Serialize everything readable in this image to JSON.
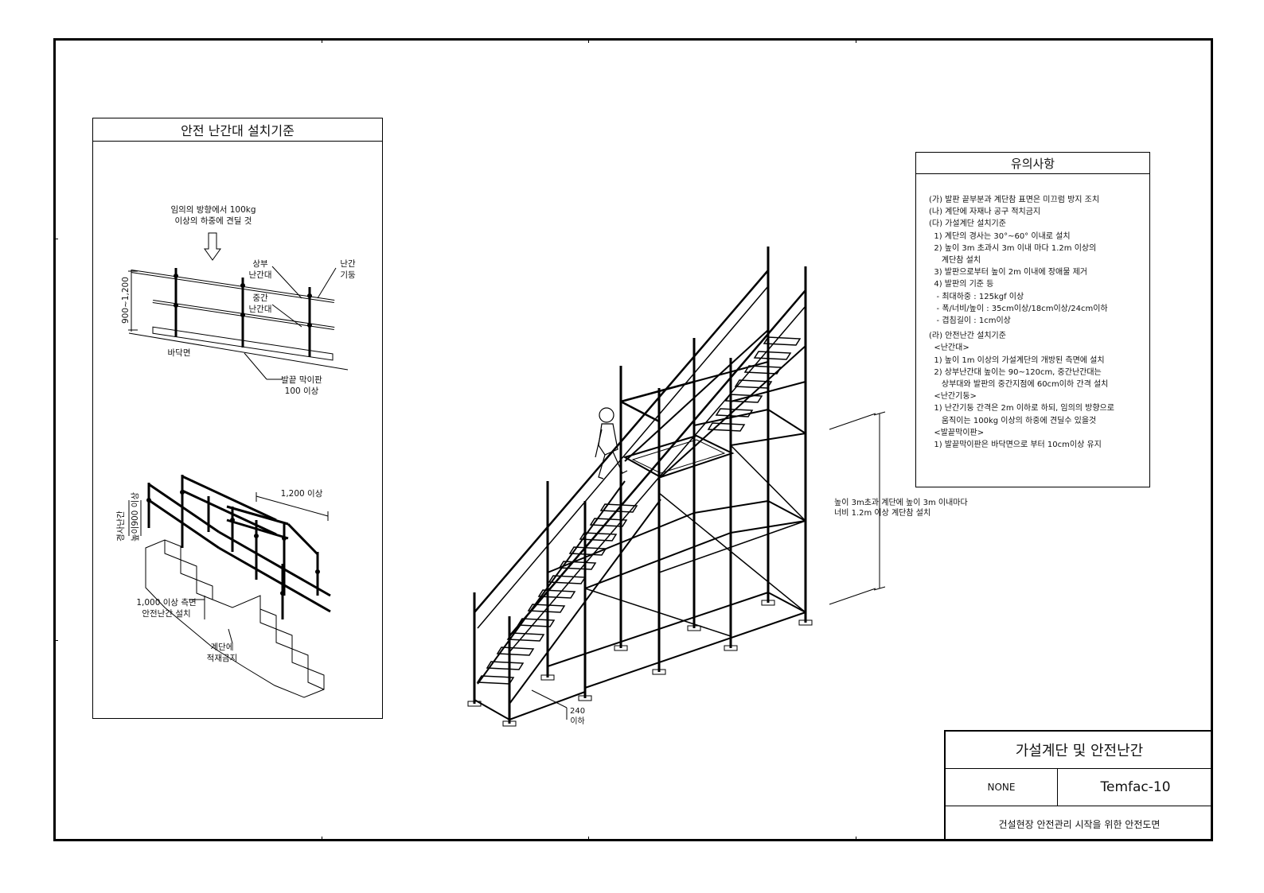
{
  "left_panel": {
    "title": "안전 난간대 설치기준",
    "top_fig": {
      "load_note_1": "임의의 방향에서 100kg",
      "load_note_2": "이상의 하중에 견딜 것",
      "top_rail_1": "상부",
      "top_rail_2": "난간대",
      "post_1": "난간",
      "post_2": "기둥",
      "mid_rail_1": "중간",
      "mid_rail_2": "난간대",
      "height_dim": "900~1,200",
      "floor": "바닥면",
      "toe_board_1": "발끝 막이판",
      "toe_board_2": "100 이상"
    },
    "bottom_fig": {
      "width_dim": "1,200 이상",
      "slope_rail": "경사난간",
      "height_dim": "높이900 이상",
      "side_rail_1": "1,000 이상 측면",
      "side_rail_2": "안전난간 설치",
      "no_stack_1": "계단에",
      "no_stack_2": "적재금지"
    }
  },
  "notes": {
    "title": "유의사항",
    "lines": [
      "(가) 발판 끝부분과 계단참 표면은 미끄럼 방지 조치",
      "(나) 계단에 자재나 공구 적치금지",
      "(다) 가설계단 설치기준",
      "  1) 계단의 경사는 30°~60° 이내로 설치",
      "  2) 높이 3m 초과시 3m 이내 마다 1.2m 이상의",
      "     계단참 설치",
      "  3) 발판으로부터 높이 2m 이내에 장애물 제거",
      "  4) 발판의 기준 등",
      "   - 최대하중 : 125kgf 이상",
      "   - 폭/너비/높이 : 35cm이상/18cm이상/24cm이하",
      "   - 겹침길이 : 1cm이상",
      "(라) 안전난간 설치기준",
      "  <난간대>",
      "  1) 높이 1m 이상의 가설계단의 개방된 측면에 설치",
      "  2) 상부난간대 높이는 90~120cm, 중간난간대는",
      "     상부대와 발판의 중간지점에 60cm이하 간격 설치",
      "  <난간기둥>",
      "  1) 난간기둥 간격은 2m 이하로 하되, 임의의 방향으로",
      "     움직이는 100kg 이상의 하중에 견딜수 있을것",
      "  <발끝막이판>",
      "  1) 발끝막이판은 바닥면으로 부터 10cm이상 유지"
    ]
  },
  "main_fig": {
    "landing_note_1": "높이 3m초과 계단에 높이 3m 이내마다",
    "landing_note_2": "너비 1.2m 이상 계단참 설치",
    "gap_1": "240",
    "gap_2": "이하"
  },
  "title_block": {
    "title": "가설계단 및 안전난간",
    "scale": "NONE",
    "drawing_no": "Temfac-10",
    "subtitle": "건설현장 안전관리 시작을 위한 안전도면"
  }
}
